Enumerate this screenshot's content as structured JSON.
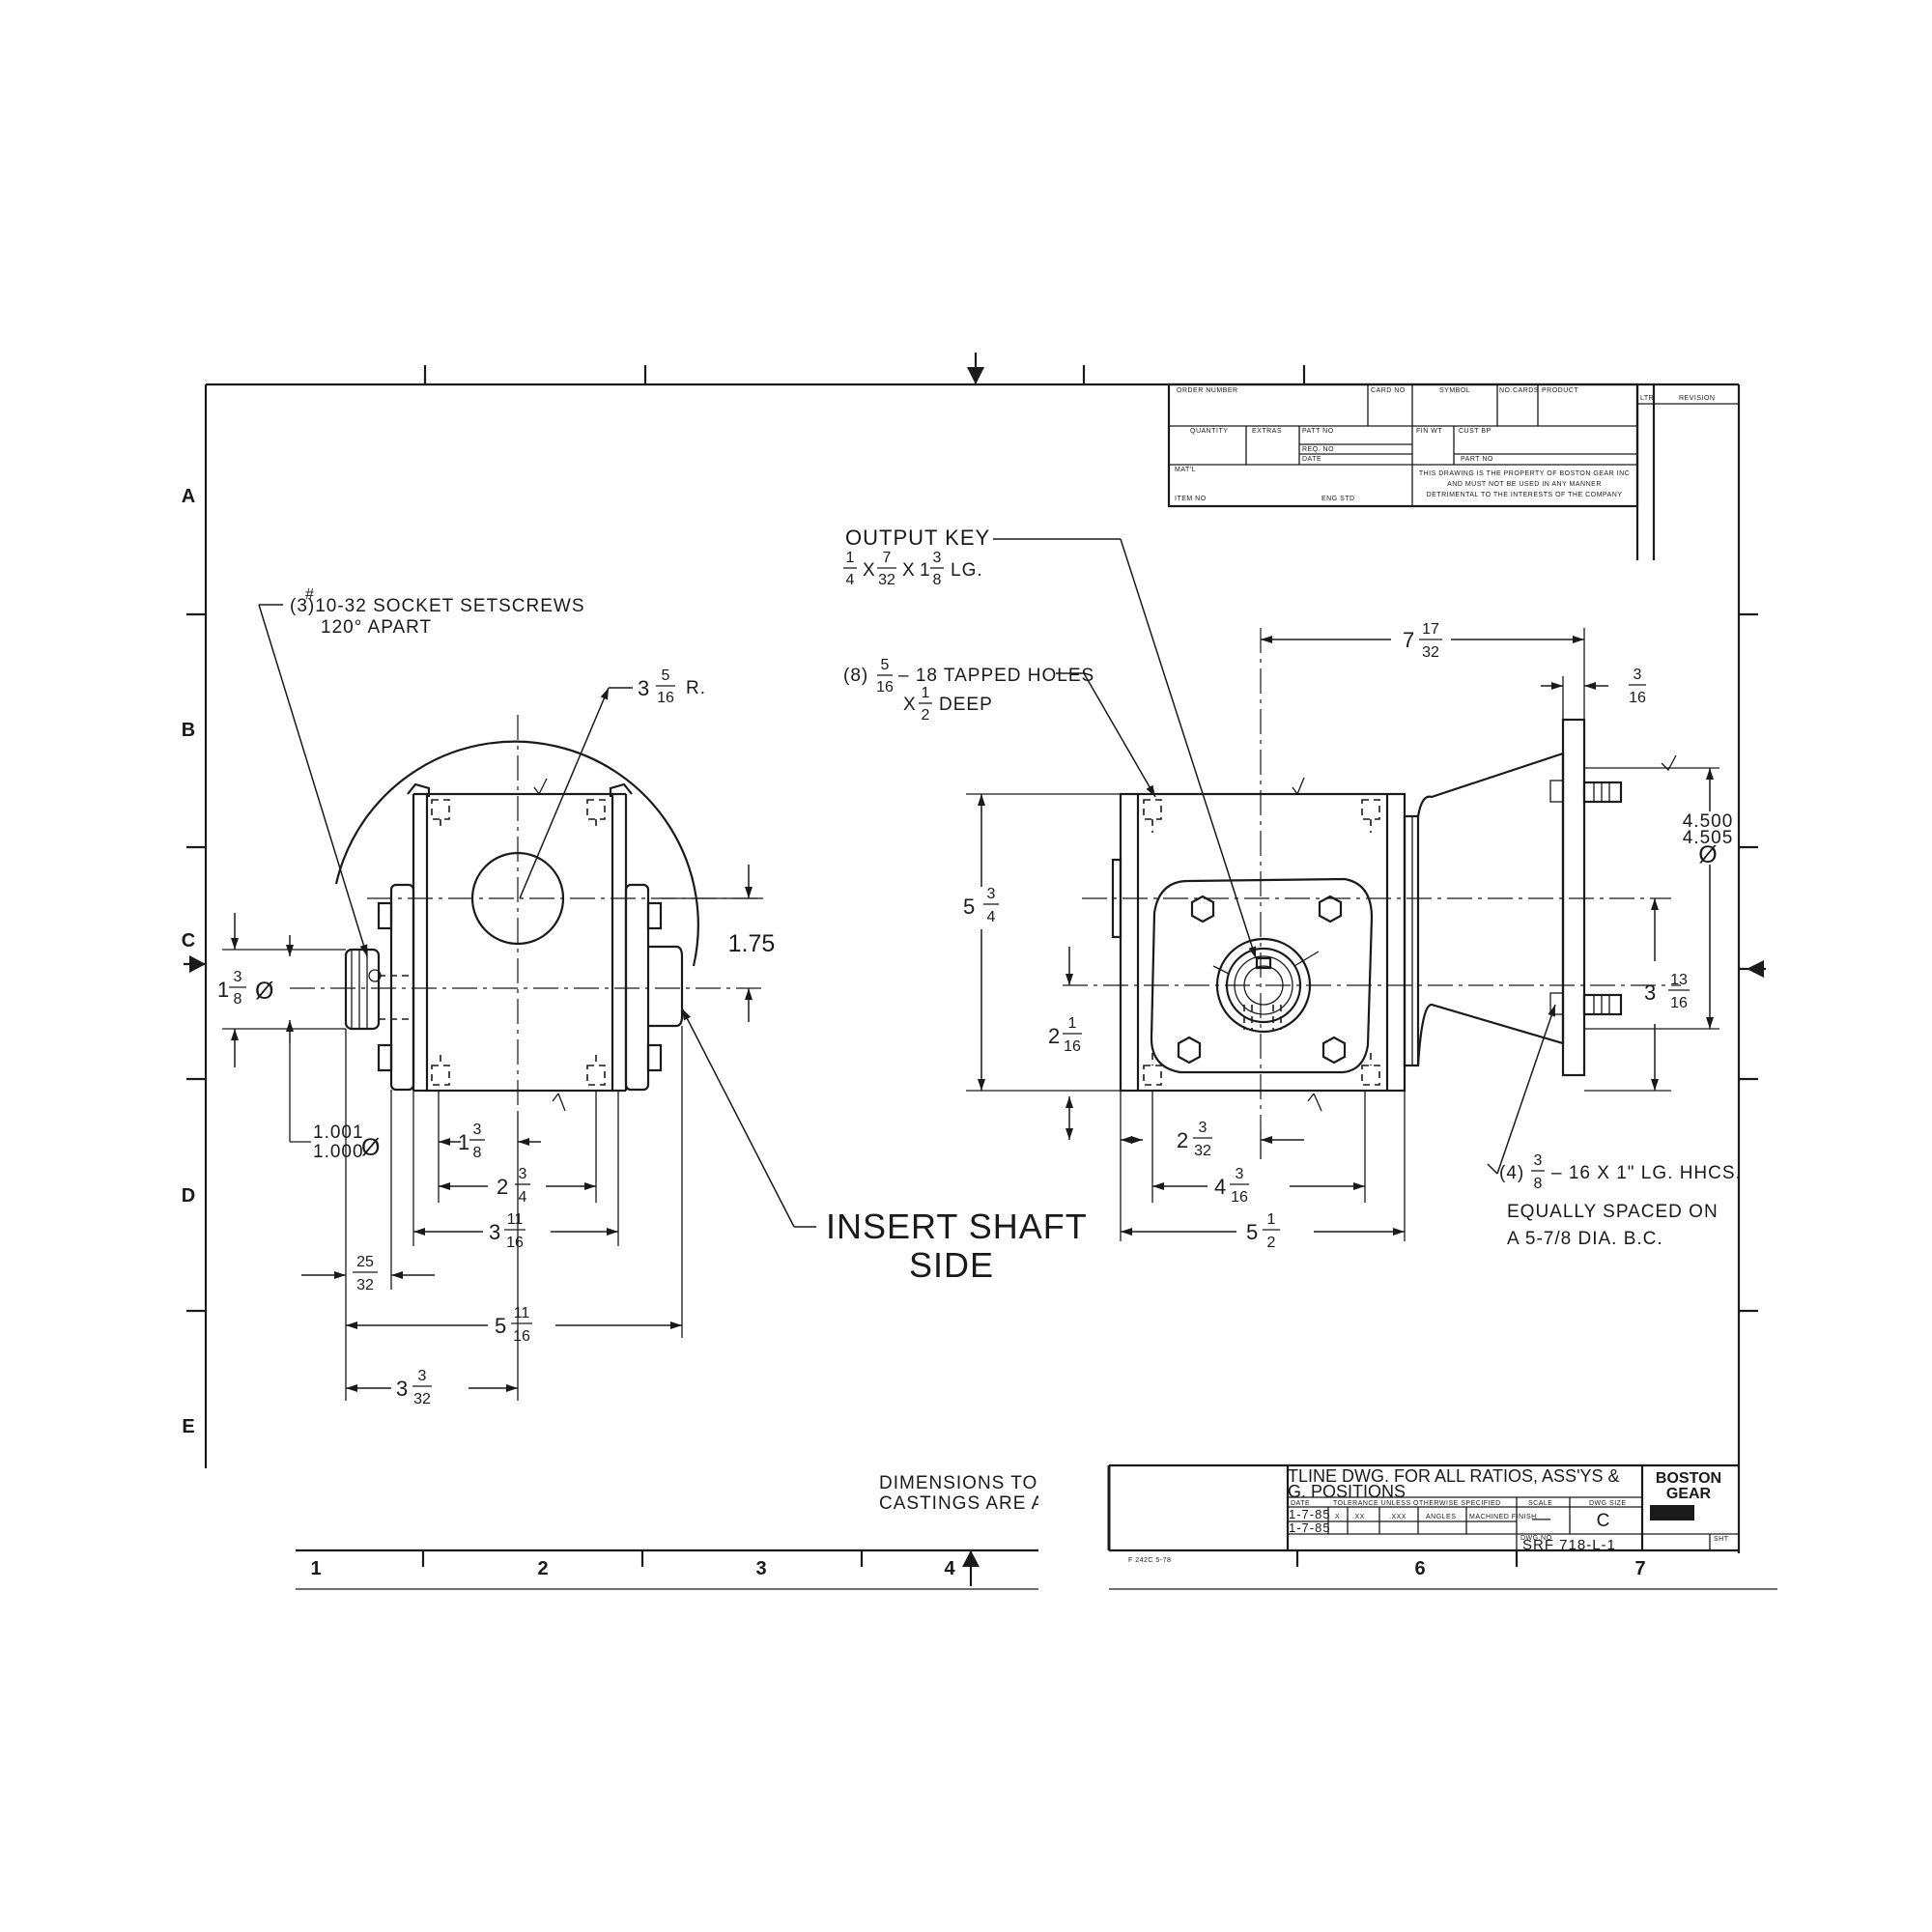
{
  "zones": {
    "rows": [
      "A",
      "B",
      "C",
      "D",
      "E"
    ],
    "cols": [
      "1",
      "2",
      "3",
      "4",
      "6",
      "7"
    ]
  },
  "titleblock_top": {
    "order_number": "ORDER NUMBER",
    "card_no": "CARD NO",
    "symbol": "SYMBOL",
    "no_cards": "NO.CARDS",
    "product": "PRODUCT",
    "ltr": "LTR",
    "revision": "REVISION",
    "quantity": "QUANTITY",
    "extras": "EXTRAS",
    "patt_no": "PATT NO",
    "req_no": "REQ. NO",
    "date": "DATE",
    "fin_wt": "FIN WT",
    "cust_bp": "CUST BP",
    "part_no": "PART NO",
    "matl": "MAT'L",
    "item_no": "ITEM NO",
    "eng_std": "ENG STD",
    "property_1": "THIS DRAWING IS THE PROPERTY OF BOSTON GEAR INC",
    "property_2": "AND MUST NOT BE USED IN ANY MANNER",
    "property_3": "DETRIMENTAL TO THE INTERESTS OF THE COMPANY"
  },
  "left_view": {
    "setscrews_1": "(3)10-32 SOCKET SETSCREWS",
    "setscrews_mark": "#",
    "setscrews_2": "120° APART",
    "radius_whole": "3",
    "radius_num": "5",
    "radius_den": "16",
    "radius_suffix": "R.",
    "dim_175": "1.75",
    "bore_whole": "1",
    "bore_num": "3",
    "bore_den": "8",
    "bore_sym": "Ø",
    "shaft_1": "1.001",
    "shaft_2": "1.000",
    "shaft_sym": "Ø",
    "d1_whole": "1",
    "d1_num": "3",
    "d1_den": "8",
    "d2_whole": "2",
    "d2_num": "3",
    "d2_den": "4",
    "d3_whole": "3",
    "d3_num": "11",
    "d3_den": "16",
    "d4_num": "25",
    "d4_den": "32",
    "d5_whole": "5",
    "d5_num": "11",
    "d5_den": "16",
    "d6_whole": "3",
    "d6_num": "3",
    "d6_den": "32"
  },
  "callout": {
    "line1": "INSERT SHAFT",
    "line2": "SIDE"
  },
  "right_view": {
    "key_title": "OUTPUT KEY",
    "key_a_num": "1",
    "key_a_den": "4",
    "key_x1": "X",
    "key_b_num": "7",
    "key_b_den": "32",
    "key_x2": "X",
    "key_c_whole": "1",
    "key_c_num": "3",
    "key_c_den": "8",
    "key_suffix": "LG.",
    "tapped_prefix": "(8)",
    "tapped_num": "5",
    "tapped_den": "16",
    "tapped_text": "– 18 TAPPED HOLES",
    "tapped_x": "X",
    "tapped_depth_num": "1",
    "tapped_depth_den": "2",
    "tapped_deep": "DEEP",
    "w_whole": "7",
    "w_num": "17",
    "w_den": "32",
    "flange_num": "3",
    "flange_den": "16",
    "pilot_1": "4.500",
    "pilot_2": "4.505",
    "pilot_sym": "Ø",
    "h_whole": "5",
    "h_num": "3",
    "h_den": "4",
    "c_whole": "3",
    "c_num": "13",
    "c_den": "16",
    "b_whole": "2",
    "b_num": "1",
    "b_den": "16",
    "e1_whole": "2",
    "e1_num": "3",
    "e1_den": "32",
    "e2_whole": "4",
    "e2_num": "3",
    "e2_den": "16",
    "e3_whole": "5",
    "e3_num": "1",
    "e3_den": "2",
    "hhcs_prefix": "(4)",
    "hhcs_num": "3",
    "hhcs_den": "8",
    "hhcs_text": "– 16 X 1\" LG. HHCS.",
    "spaced_1": "EQUALLY SPACED ON",
    "spaced_2": "A 5-7/8 DIA. B.C."
  },
  "notes": {
    "line1": "DIMENSIONS TO RO",
    "line2": "CASTINGS ARE APPI"
  },
  "titleblock_bottom": {
    "title_1": "TLINE DWG. FOR ALL RATIOS, ASS'YS &",
    "title_2": "G. POSITIONS",
    "date_h": "DATE",
    "tol_h": "TOLERANCE UNLESS OTHERWISE SPECIFIED",
    "scale_h": "SCALE",
    "dwg_size_h": "DWG SIZE",
    "date_1": "1-7-85",
    "date_2": "1-7-85",
    "tol_x": "X",
    "tol_xx": ".XX",
    "tol_xxx": ".XXX",
    "angles": "ANGLES",
    "machined": "MACHINED FINISH",
    "scale_val": "—",
    "dwg_size": "C",
    "dwg_no_h": "DWG.NO",
    "dwg_no": "SRF 718-L-1",
    "sht": "SHT",
    "brand_1": "BOSTON",
    "brand_2": "GEAR",
    "form_no": "F 242C 5-78"
  }
}
